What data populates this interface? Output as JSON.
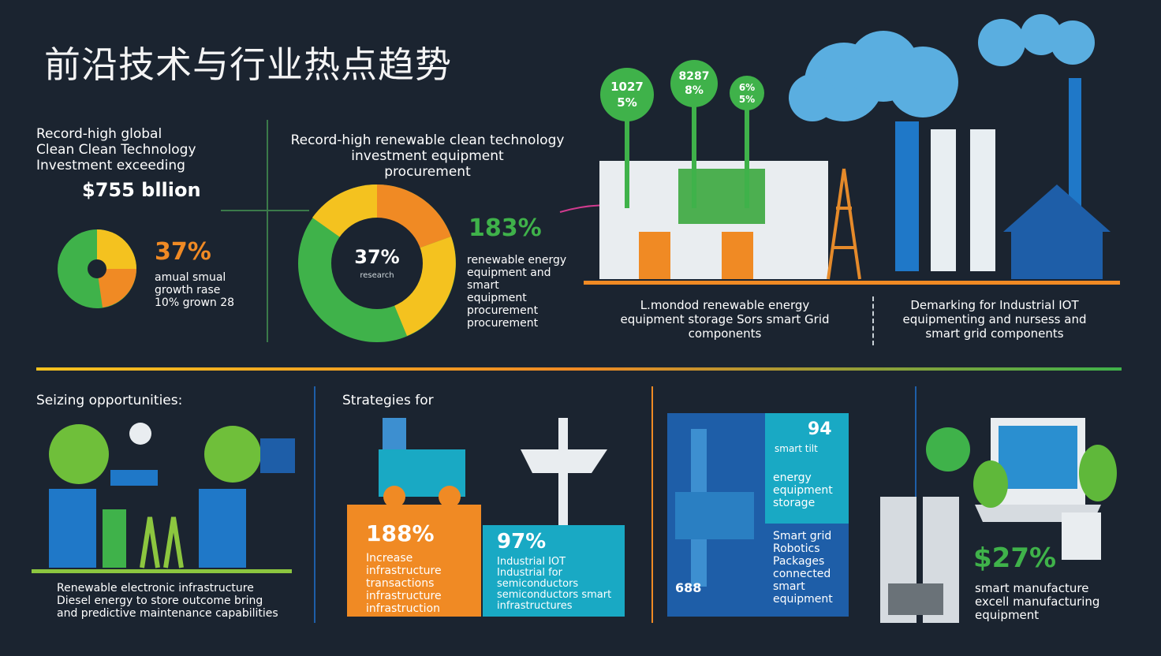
{
  "title": "前沿技术与行业热点趋势",
  "top_left": {
    "heading_lines": [
      "Record-high global",
      "Clean Clean Technology",
      "Investment exceeding"
    ],
    "amount": "$755 bllion",
    "pct": "37%",
    "desc_lines": [
      "amual smual",
      "growth rase",
      "10% grown 28"
    ]
  },
  "top_center": {
    "heading_lines": [
      "Record-high renewable clean technology",
      "investment equipment",
      "procurement"
    ],
    "donut_center_pct": "37%",
    "donut_center_label": "research",
    "pct": "183%",
    "desc_lines": [
      "renewable energy",
      "equipment and smart",
      "equipment",
      "procurement",
      "procurement"
    ]
  },
  "top_right": {
    "balloons": [
      {
        "top": "1027",
        "bottom": "5%"
      },
      {
        "top": "8287",
        "bottom": "8%"
      },
      {
        "top": "6%",
        "bottom": "5%"
      }
    ],
    "caption_left_lines": [
      "L.mondod renewable energy",
      "equipment storage Sors smart Grid",
      "components"
    ],
    "caption_right_lines": [
      "Demarking for Industrial IOT",
      "equipmenting and nursess and",
      "smart grid components"
    ]
  },
  "bottom": {
    "seizing_label": "Seizing opportunities:",
    "seizing_desc_lines": [
      "Renewable electronic infrastructure",
      "Diesel energy to store outcome bring",
      "and predictive maintenance capabilities"
    ],
    "strategies_label": "Strategies for",
    "orange_box": {
      "pct": "188%",
      "lines": [
        "Increase",
        "infrastructure",
        "transactions",
        "infrastructure",
        "infrastruction"
      ]
    },
    "teal_box": {
      "pct": "97%",
      "lines": [
        "Industrial IOT",
        "Industrial for",
        "semiconductors",
        "semiconductors smart",
        "infrastructures"
      ]
    },
    "blue_panel": {
      "num": "94",
      "sub": "smart tilt",
      "lines1": [
        "energy",
        "equipment",
        "storage"
      ],
      "lines2": [
        "Smart grid",
        "Robotics",
        "Packages",
        "connected",
        "smart",
        "equipment"
      ],
      "label": "688"
    },
    "right_panel": {
      "pct": "$27%",
      "lines": [
        "smart manufacture",
        "excell manufacturing",
        "equipment"
      ]
    }
  },
  "colors": {
    "background": "#1b2430",
    "green": "#3fb24a",
    "orange": "#f08a24",
    "yellow": "#f4c21f",
    "teal": "#19a9c4",
    "blue": "#1e5ea8"
  },
  "icons": [
    "cloud-icon",
    "factory-icon",
    "house-icon",
    "solar-panel-icon",
    "laptop-icon",
    "leaf-icon",
    "truck-icon",
    "ship-icon"
  ]
}
